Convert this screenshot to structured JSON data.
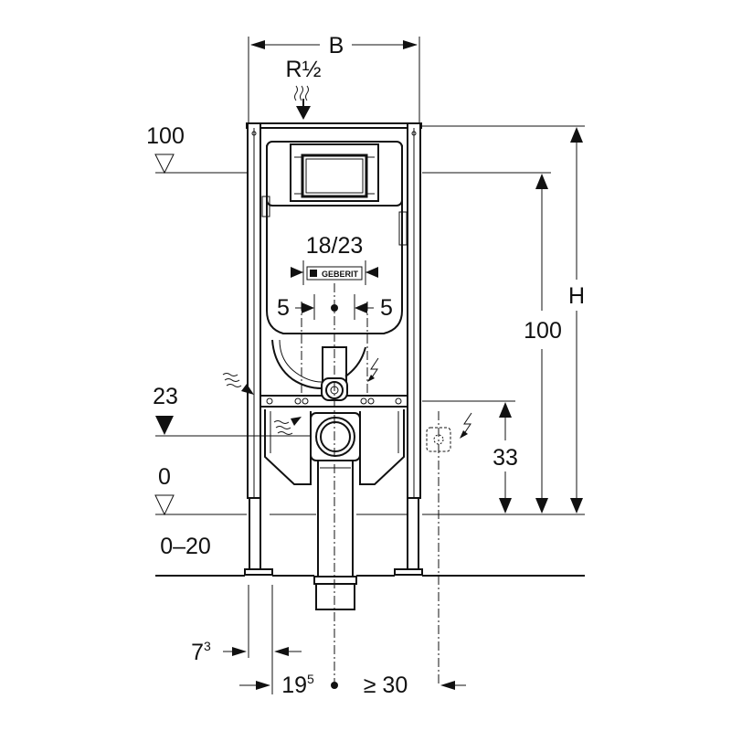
{
  "diagram": {
    "labels": {
      "width": "B",
      "water_supply": "R½",
      "level_100_left": "100",
      "level_23": "23",
      "level_0": "0",
      "floor_range": "0–20",
      "flush_width": "18/23",
      "offset_left": "5",
      "offset_right": "5",
      "height_100_right": "100",
      "height_total": "H",
      "socket_height": "33",
      "dim_7": "7",
      "dim_7_sup": "3",
      "dim_19": "19",
      "dim_19_sup": "5",
      "dim_min_30": "≥ 30"
    },
    "brand": "GEBERIT",
    "icons": [
      "water-supply-icon",
      "electrical-icon",
      "power-socket-icon",
      "level-marker-icon"
    ]
  }
}
